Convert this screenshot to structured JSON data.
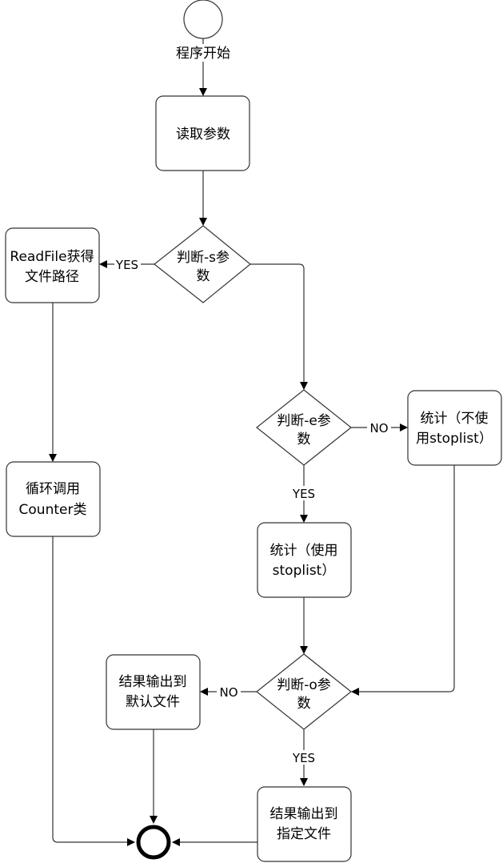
{
  "diagram": {
    "type": "flowchart",
    "nodes": {
      "start": {
        "kind": "start",
        "label": "程序开始"
      },
      "read_params": {
        "kind": "process",
        "lines": [
          "读取参数"
        ]
      },
      "check_s": {
        "kind": "decision",
        "lines": [
          "判断-s参",
          "数"
        ]
      },
      "readfile": {
        "kind": "process",
        "lines": [
          "ReadFile获得",
          "文件路径"
        ]
      },
      "loop_counter": {
        "kind": "process",
        "lines": [
          "循环调用",
          "Counter类"
        ]
      },
      "check_e": {
        "kind": "decision",
        "lines": [
          "判断-e参",
          "数"
        ]
      },
      "count_no_stoplist": {
        "kind": "process",
        "lines": [
          "统计（不使",
          "用stoplist）"
        ]
      },
      "count_stoplist": {
        "kind": "process",
        "lines": [
          "统计（使用",
          "stoplist）"
        ]
      },
      "check_o": {
        "kind": "decision",
        "lines": [
          "判断-o参",
          "数"
        ]
      },
      "output_default": {
        "kind": "process",
        "lines": [
          "结果输出到",
          "默认文件"
        ]
      },
      "output_specified": {
        "kind": "process",
        "lines": [
          "结果输出到",
          "指定文件"
        ]
      },
      "end": {
        "kind": "end"
      }
    },
    "edges": [
      {
        "from": "start",
        "to": "read_params",
        "label": ""
      },
      {
        "from": "read_params",
        "to": "check_s",
        "label": ""
      },
      {
        "from": "check_s",
        "to": "readfile",
        "label": "YES"
      },
      {
        "from": "check_s",
        "to": "check_e",
        "label": ""
      },
      {
        "from": "readfile",
        "to": "loop_counter",
        "label": ""
      },
      {
        "from": "check_e",
        "to": "count_no_stoplist",
        "label": "NO"
      },
      {
        "from": "check_e",
        "to": "count_stoplist",
        "label": "YES"
      },
      {
        "from": "count_stoplist",
        "to": "check_o",
        "label": ""
      },
      {
        "from": "count_no_stoplist",
        "to": "check_o",
        "label": ""
      },
      {
        "from": "check_o",
        "to": "output_default",
        "label": "NO"
      },
      {
        "from": "check_o",
        "to": "output_specified",
        "label": "YES"
      },
      {
        "from": "loop_counter",
        "to": "end",
        "label": ""
      },
      {
        "from": "output_default",
        "to": "end",
        "label": ""
      },
      {
        "from": "output_specified",
        "to": "end",
        "label": ""
      }
    ]
  }
}
